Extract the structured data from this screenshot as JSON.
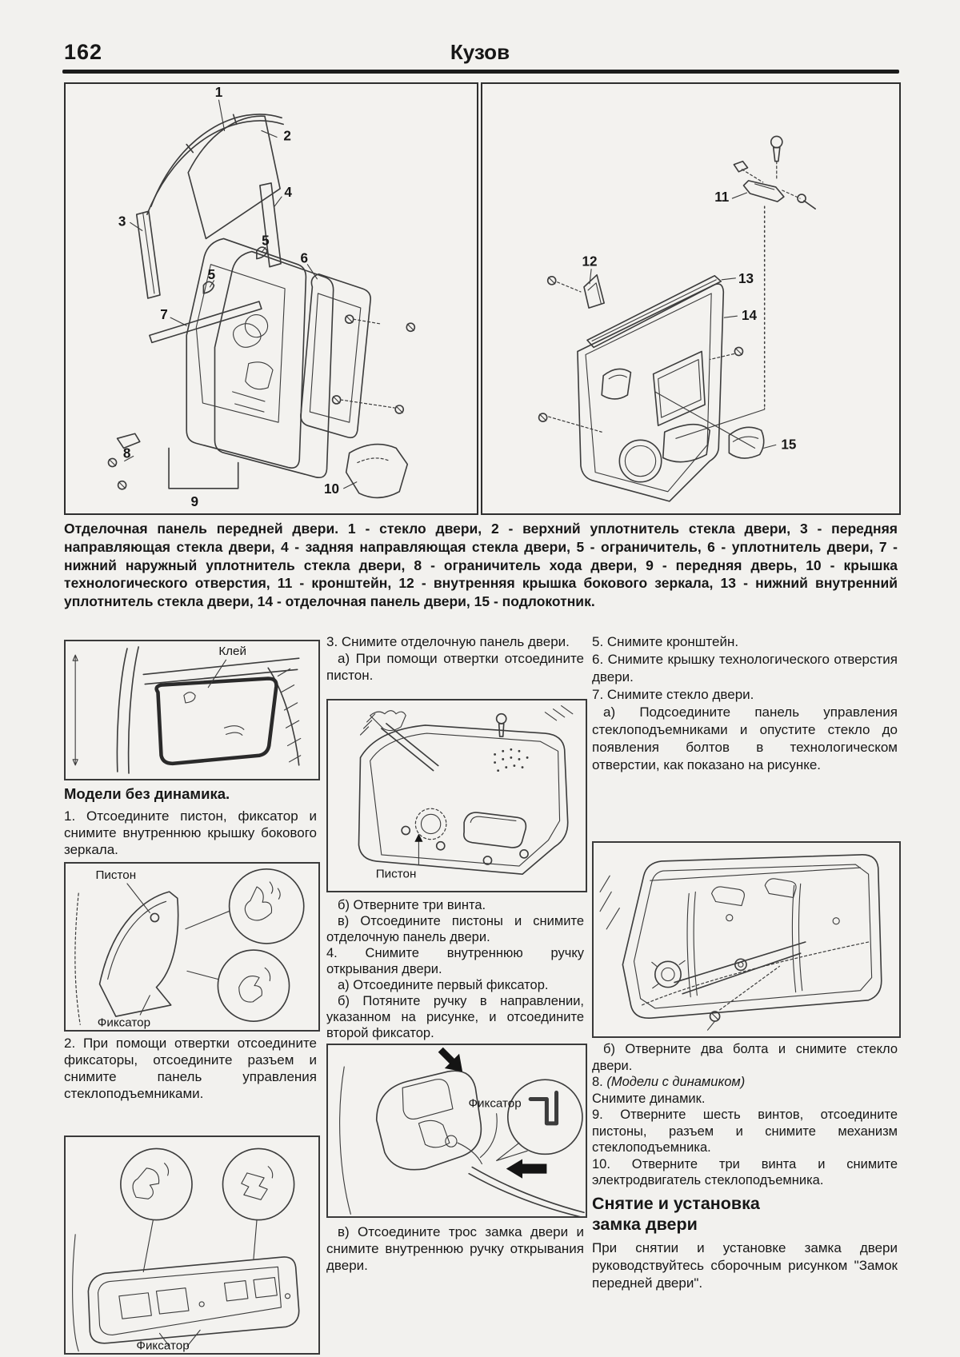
{
  "page": {
    "number": "162",
    "title": "Кузов"
  },
  "caption": "Отделочная панель передней двери. 1 - стекло двери, 2 - верхний уплотнитель стекла двери, 3 - передняя направляющая стекла двери, 4 - задняя направляющая стекла двери, 5 - ограничитель, 6 - уплотнитель двери, 7 - нижний наружный уплотнитель стекла двери, 8 - ограничитель хода двери, 9 - передняя дверь, 10 - крышка технологического отверстия, 11 - кронштейн, 12 - внутренняя крышка бокового зеркала, 13 - нижний внутренний уплотнитель стекла двери, 14 - отделочная панель двери, 15 - подлокотник.",
  "diagram_left": {
    "callouts": [
      "1",
      "2",
      "3",
      "4",
      "5",
      "5",
      "6",
      "7",
      "8",
      "9",
      "10"
    ]
  },
  "diagram_right": {
    "callouts": [
      "11",
      "12",
      "13",
      "14",
      "15"
    ]
  },
  "labels": {
    "glue": "Клей",
    "piston": "Пистон",
    "fixator": "Фиксатор"
  },
  "left_col": {
    "heading": "Модели без динамика.",
    "step1": "1. Отсоедините пистон, фиксатор и снимите внутреннюю крышку бокового зеркала.",
    "step2": "2. При помощи отвертки отсоедините фиксаторы, отсоедините разъем и снимите панель управления стеклоподъемниками."
  },
  "middle_col": {
    "step3": "3. Снимите отделочную панель двери.",
    "step3a": "а) При помощи отвертки отсоедините пистон.",
    "step3b": "б) Отверните три винта.",
    "step3v": "в) Отсоедините пистоны и снимите отделочную панель двери.",
    "step4": "4. Снимите внутреннюю ручку открывания двери.",
    "step4a": "а) Отсоедините первый фиксатор.",
    "step4b": "б) Потяните ручку в направлении, указанном на рисунке, и отсоедините второй фиксатор.",
    "step4v": "в) Отсоедините трос замка двери и снимите внутреннюю ручку открывания двери."
  },
  "right_col": {
    "step5": "5. Снимите кронштейн.",
    "step6": "6. Снимите крышку технологического отверстия двери.",
    "step7": "7. Снимите стекло двери.",
    "step7a": "а) Подсоедините панель управления стеклоподъемниками и опустите стекло до появления болтов в технологическом отверстии, как показано на рисунке.",
    "step7b": "б) Отверните два болта и снимите стекло двери.",
    "step8_prefix": "8. ",
    "step8_models": "(Модели с динамиком)",
    "step8_text": "Снимите динамик.",
    "step9": "9. Отверните шесть винтов, отсоедините пистоны, разъем и снимите механизм стеклоподъемника.",
    "step10": "10. Отверните три винта и снимите электродвигатель стеклоподъемника.",
    "section_heading_line1": "Снятие и установка",
    "section_heading_line2": "замка двери",
    "section_text": "При снятии и установке замка двери руководствуйтесь сборочным рисунком \"Замок передней двери\"."
  }
}
